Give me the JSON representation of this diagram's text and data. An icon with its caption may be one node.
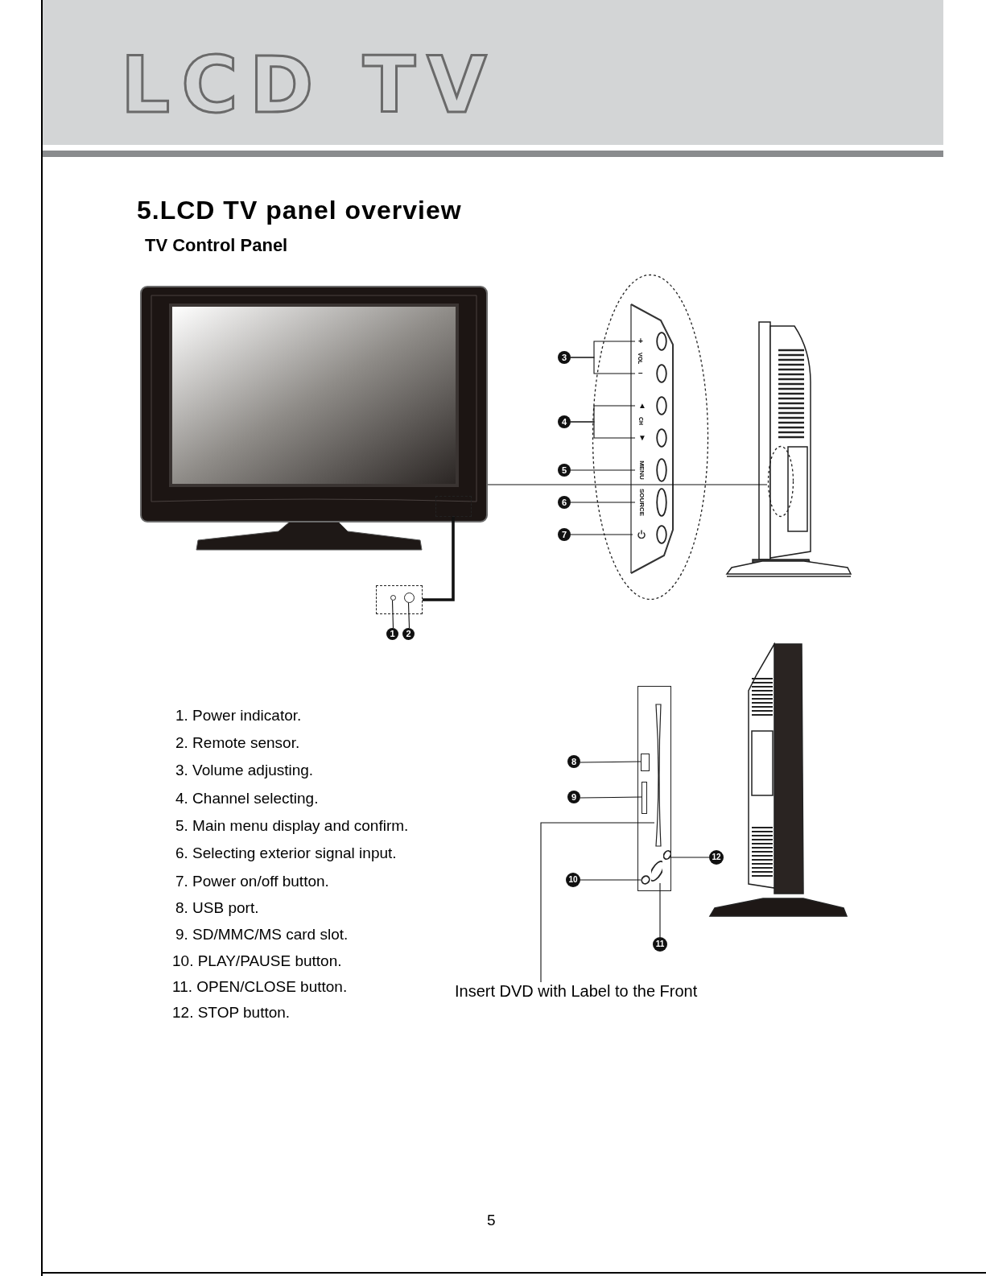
{
  "diagram": {
    "title": "5.LCD TV panel overview",
    "nodes": [
      {
        "text": [],
        "shape": "picture"
      },
      {
        "text": [],
        "shape": "box",
        "in": 0
      },
      {
        "text": [],
        "shape": "box"
      },
      {
        "text": [],
        "shape": "circle",
        "in": 2
      },
      {
        "text": [],
        "shape": "circle",
        "in": 2
      },
      {
        "text": [
          "1"
        ]
      },
      {
        "text": [
          "2"
        ]
      },
      {
        "text": [],
        "shape": "ellipse"
      },
      {
        "text": [],
        "shape": "oval",
        "in": 7,
        "beside": [
          "+"
        ]
      },
      {
        "text": [],
        "shape": "oval",
        "in": 7,
        "beside": [
          "−"
        ]
      },
      {
        "text": [],
        "shape": "oval",
        "in": 7,
        "beside": [
          "▲"
        ]
      },
      {
        "text": [],
        "shape": "oval",
        "in": 7,
        "beside": [
          "▼"
        ]
      },
      {
        "text": [],
        "shape": "oval",
        "in": 7,
        "beside": [
          "MENU"
        ]
      },
      {
        "text": [],
        "shape": "oval",
        "in": 7,
        "beside": [
          "SOURCE"
        ]
      },
      {
        "text": [],
        "shape": "oval",
        "in": 7
      },
      {
        "text": [
          "3"
        ]
      },
      {
        "text": [
          "4"
        ]
      },
      {
        "text": [
          "5"
        ]
      },
      {
        "text": [
          "6"
        ]
      },
      {
        "text": [
          "7"
        ]
      },
      {
        "text": [],
        "shape": "picture"
      },
      {
        "text": [],
        "shape": "ellipse",
        "in": 20
      },
      {
        "text": [],
        "shape": "box"
      },
      {
        "text": [],
        "shape": "box",
        "in": 22
      },
      {
        "text": [],
        "shape": "box",
        "in": 22
      },
      {
        "text": [],
        "shape": "slot",
        "in": 22
      },
      {
        "text": [],
        "shape": "oval",
        "in": 22
      },
      {
        "text": [],
        "shape": "oval",
        "in": 22
      },
      {
        "text": [],
        "shape": "oval",
        "in": 22
      },
      {
        "text": [
          "8"
        ]
      },
      {
        "text": [
          "9"
        ]
      },
      {
        "text": [
          "10"
        ]
      },
      {
        "text": [
          "11"
        ]
      },
      {
        "text": [
          "12"
        ]
      },
      {
        "text": [
          "Insert DVD with Label to the Front"
        ]
      }
    ],
    "edges": [
      {
        "from": 1,
        "to": 2,
        "arrow": "none",
        "style": "thick"
      },
      {
        "from": 5,
        "to": 3,
        "arrow": "none"
      },
      {
        "from": 6,
        "to": 4,
        "arrow": "none"
      },
      {
        "from": 15,
        "to": 8,
        "arrow": "none"
      },
      {
        "from": 15,
        "to": 9,
        "arrow": "none"
      },
      {
        "from": 16,
        "to": 10,
        "arrow": "none"
      },
      {
        "from": 16,
        "to": 11,
        "arrow": "none"
      },
      {
        "from": 17,
        "to": 12,
        "arrow": "none"
      },
      {
        "from": 18,
        "to": 13,
        "arrow": "none"
      },
      {
        "from": 19,
        "to": 14,
        "arrow": "none"
      },
      {
        "from": 0,
        "to": 21,
        "arrow": "none"
      },
      {
        "from": 29,
        "to": 23,
        "arrow": "none"
      },
      {
        "from": 30,
        "to": 24,
        "arrow": "none"
      },
      {
        "from": 31,
        "to": 26,
        "arrow": "none"
      },
      {
        "from": 32,
        "to": 27,
        "arrow": "none"
      },
      {
        "from": 33,
        "to": 28,
        "arrow": "none"
      },
      {
        "from": 34,
        "to": 25,
        "arrow": "none"
      }
    ],
    "labels": [
      "LCD TV",
      "TV Control Panel",
      "VOL",
      "CH",
      "1. Power indicator.",
      "2. Remote sensor.",
      "3. Volume adjusting.",
      "4. Channel selecting.",
      "5. Main menu display and confirm.",
      "6. Selecting exterior signal input.",
      "7. Power on/off button.",
      "8. USB port.",
      "9. SD/MMC/MS card slot.",
      "10. PLAY/PAUSE button.",
      "11. OPEN/CLOSE button.",
      "12. STOP button.",
      "5"
    ]
  }
}
